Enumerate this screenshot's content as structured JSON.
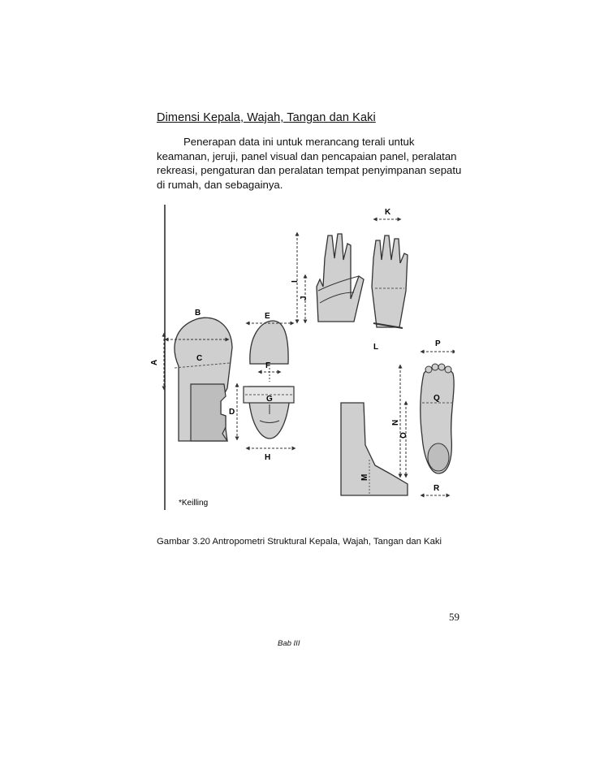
{
  "page": {
    "title": "Dimensi Kepala, Wajah, Tangan dan Kaki",
    "paragraph_lines": [
      "Penerapan data ini untuk merancang terali untuk",
      "keamanan, jeruji, panel visual dan pencapaian panel, peralatan",
      "rekreasi, pengaturan dan peralatan tempat penyimpanan sepatu",
      "di rumah, dan sebagainya."
    ],
    "caption": "Gambar 3.20 Antropometri Struktural Kepala, Wajah, Tangan dan Kaki",
    "page_number": "59",
    "footer": "Bab III"
  },
  "figure": {
    "labels": [
      "A",
      "B",
      "C",
      "D",
      "E",
      "F",
      "G",
      "H",
      "I",
      "J",
      "K",
      "L",
      "M",
      "N",
      "O",
      "P",
      "Q",
      "R"
    ],
    "credit": "*Keilling"
  }
}
